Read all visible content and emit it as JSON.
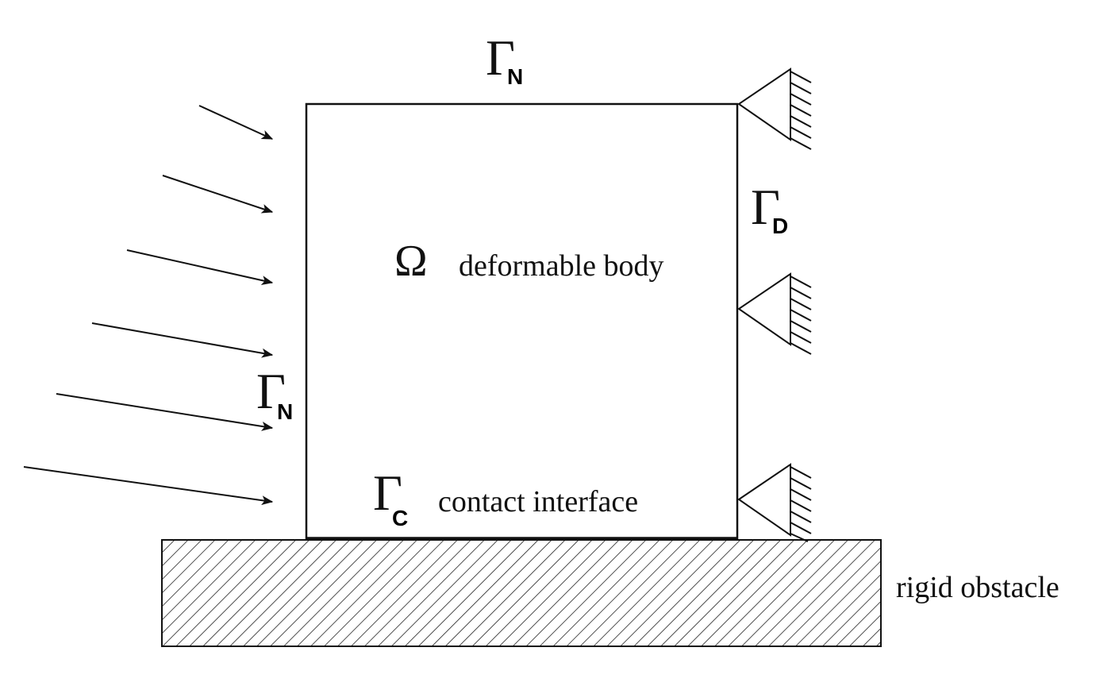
{
  "labels": {
    "gamma_symbol": "Γ",
    "omega_symbol": "Ω",
    "top_boundary_sub": "N",
    "left_boundary_sub": "N",
    "right_boundary_sub": "D",
    "contact_boundary_sub": "C",
    "body_label": "deformable body",
    "contact_label": "contact interface",
    "obstacle_label": "rigid obstacle"
  },
  "load_arrow_count": 6,
  "support_count": 3
}
